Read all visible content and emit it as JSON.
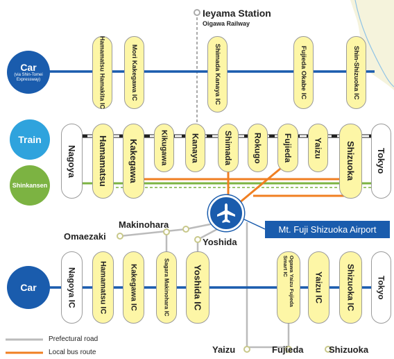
{
  "top": {
    "station_name": "Ieyama Station",
    "railway_name": "Oigawa Railway"
  },
  "modes": {
    "car": {
      "label": "Car",
      "sublabel": "(via Shin-Tomei Expressway)"
    },
    "train": {
      "label": "Train"
    },
    "shinkansen": {
      "label": "Shinkansen"
    },
    "car_bottom": {
      "label": "Car"
    }
  },
  "expressway_ics": [
    "Hamamatsu Hamakita IC",
    "Mori Kakegawa IC",
    "Shimada Kanaya IC",
    "Fujieda Okabe IC",
    "Shin-Shizuoka IC"
  ],
  "rail_stations": [
    "Nagoya",
    "Hamamatsu",
    "Kakegawa",
    "Kikugawa",
    "Kanaya",
    "Shimada",
    "Rokugo",
    "Fujieda",
    "Yaizu",
    "Shizuoka",
    "Tokyo"
  ],
  "airport": {
    "label": "Mt. Fuji Shizuoka Airport"
  },
  "local_places": {
    "makinohara": "Makinohara",
    "omaezaki": "Omaezaki",
    "yoshida": "Yoshida",
    "yaizu": "Yaizu",
    "fujieda": "Fujieda",
    "shizuoka": "Shizuoka"
  },
  "tomei_ics": [
    "Nagoya IC",
    "Hamamatsu IC",
    "Kakegawa IC",
    "Sagara Makinohara IC",
    "Yoshida IC",
    "Ogawa Yaizu Fujieda Smart IC",
    "Yaizu IC",
    "Shizuoka IC",
    "Tokyo"
  ],
  "legend": {
    "prefectural_road": "Prefectural road",
    "local_bus_route": "Local bus route"
  },
  "colors": {
    "blue": "#1a5cad",
    "light_blue": "#2fa3dd",
    "green": "#7cb342",
    "orange": "#f07f22",
    "yellow_pill": "#fdf6a6",
    "road_gray": "#b8b8b8"
  }
}
